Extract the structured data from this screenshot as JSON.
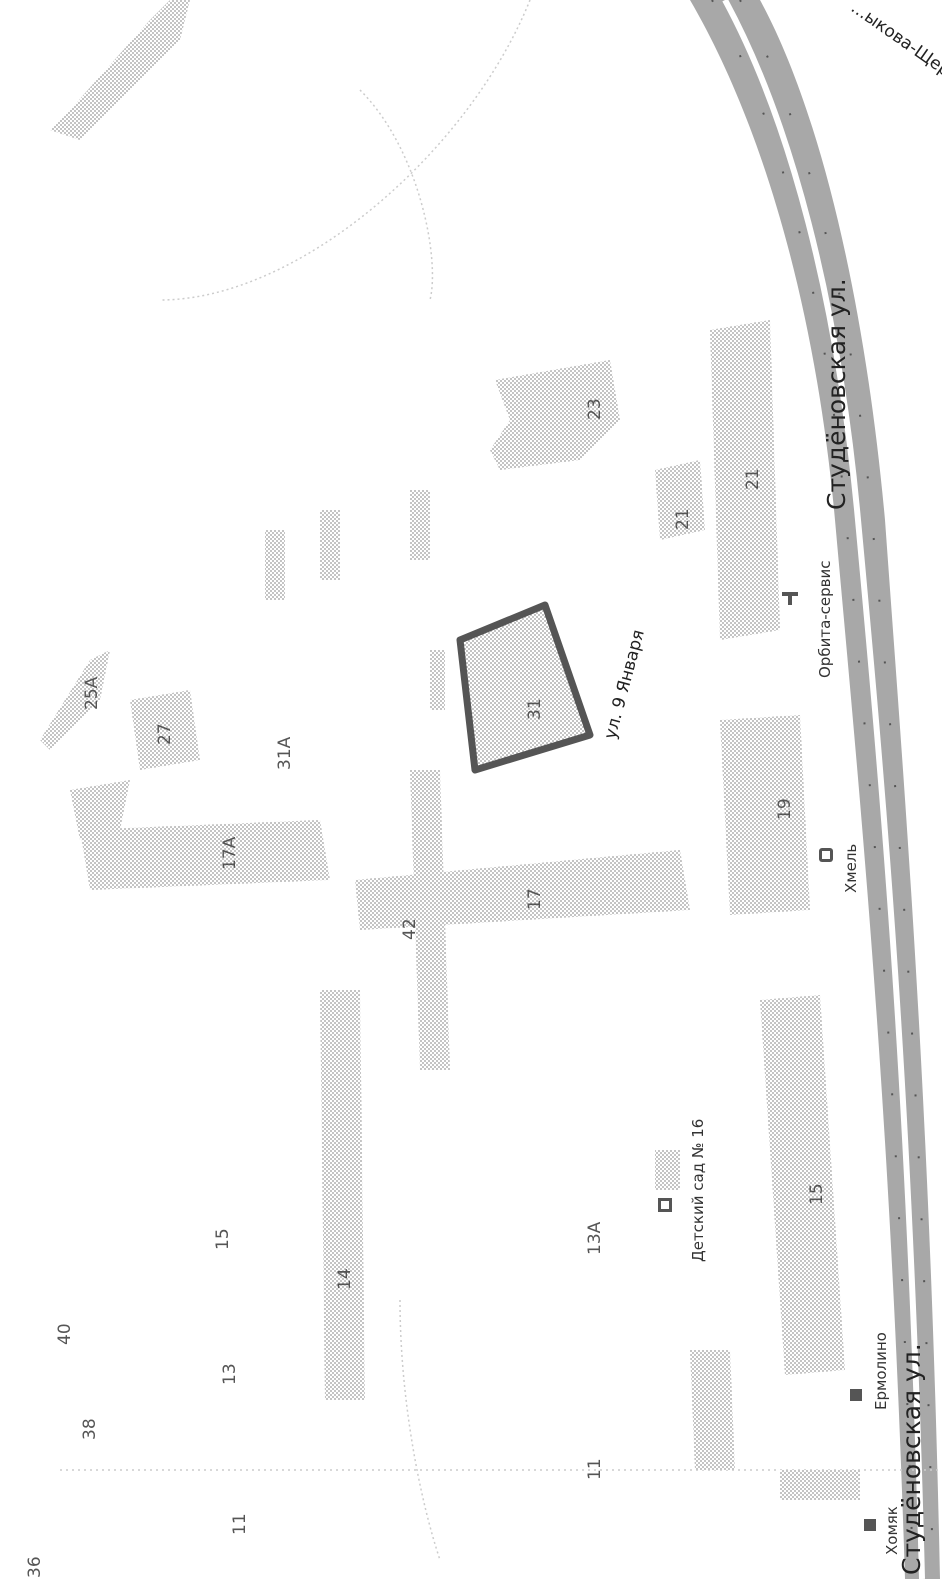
{
  "map": {
    "streets": {
      "main_top": "Студёновская ул.",
      "main_bottom": "Студёновская ул.",
      "side": "ул. 9 Января",
      "corner": "...ыкова-Щер..."
    },
    "buildings": {
      "b31": "31",
      "b31a": "31А",
      "b17": "17",
      "b17a": "17А",
      "b19": "19",
      "b21": "21",
      "b21top": "21",
      "b23": "23",
      "b25a": "25А",
      "b27": "27",
      "b13a": "13А",
      "b15": "15",
      "b15l": "15",
      "b14": "14",
      "b13": "13",
      "b11": "11",
      "b11l": "11",
      "b40": "40",
      "b38": "38",
      "b36": "36",
      "b42": "42"
    },
    "pois": {
      "orbita": "Орбита-сервис",
      "khmel": "Хмель",
      "kindergarten": "Детский сад № 16",
      "ermolino": "Ермолино",
      "khomyak": "Хомяк"
    },
    "colors": {
      "road": "#a8a8a8",
      "building": "#b5b5b5",
      "highlight": "#555555"
    }
  }
}
